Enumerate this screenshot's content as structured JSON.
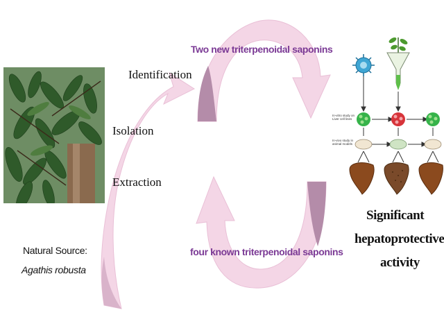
{
  "labels": {
    "identification": "Identification",
    "isolation": "Isolation",
    "extraction": "Extraction",
    "source_line1": "Natural Source:",
    "source_line2": "Agathis robusta",
    "new_compounds": "Two new triterpenoidal  saponins",
    "known_compounds": "four known triterpenoidal  saponins",
    "activity_line1": "Significant",
    "activity_line2": "hepatoprotective",
    "activity_line3": "activity"
  },
  "scheme": {
    "row1_label": "In-vitro study on\nLiver cell lines",
    "row2_label": "In-vivo study in\nanimal models"
  },
  "colors": {
    "arrow_light": "#f4d6e6",
    "arrow_dark": "#b48ca9",
    "title_purple": "#7b3a95",
    "leaf_green": "#3f6a35",
    "liver_brown": "#8b4a1e"
  }
}
